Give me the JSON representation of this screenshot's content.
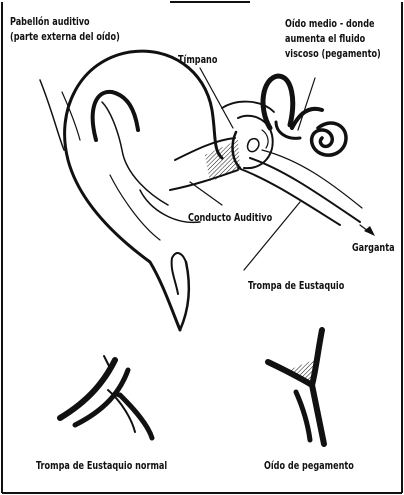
{
  "labels": {
    "pabellon": [
      "Pabellón auditivo",
      "(parte externa del oído)"
    ],
    "timpano": "Tímpano",
    "oido_medio": [
      "Oído medio - donde",
      "aumenta el fluido",
      "viscoso (pegamento)"
    ],
    "conducto": "Conducto Auditivo",
    "garganta": "Garganta",
    "trompa": "Trompa de Eustaquio",
    "trompa_normal": "Trompa de Eustaquio normal",
    "oido_pegamento": "Oído de pegamento"
  },
  "colors": {
    "ink": "#111111",
    "paper": "#ffffff"
  }
}
